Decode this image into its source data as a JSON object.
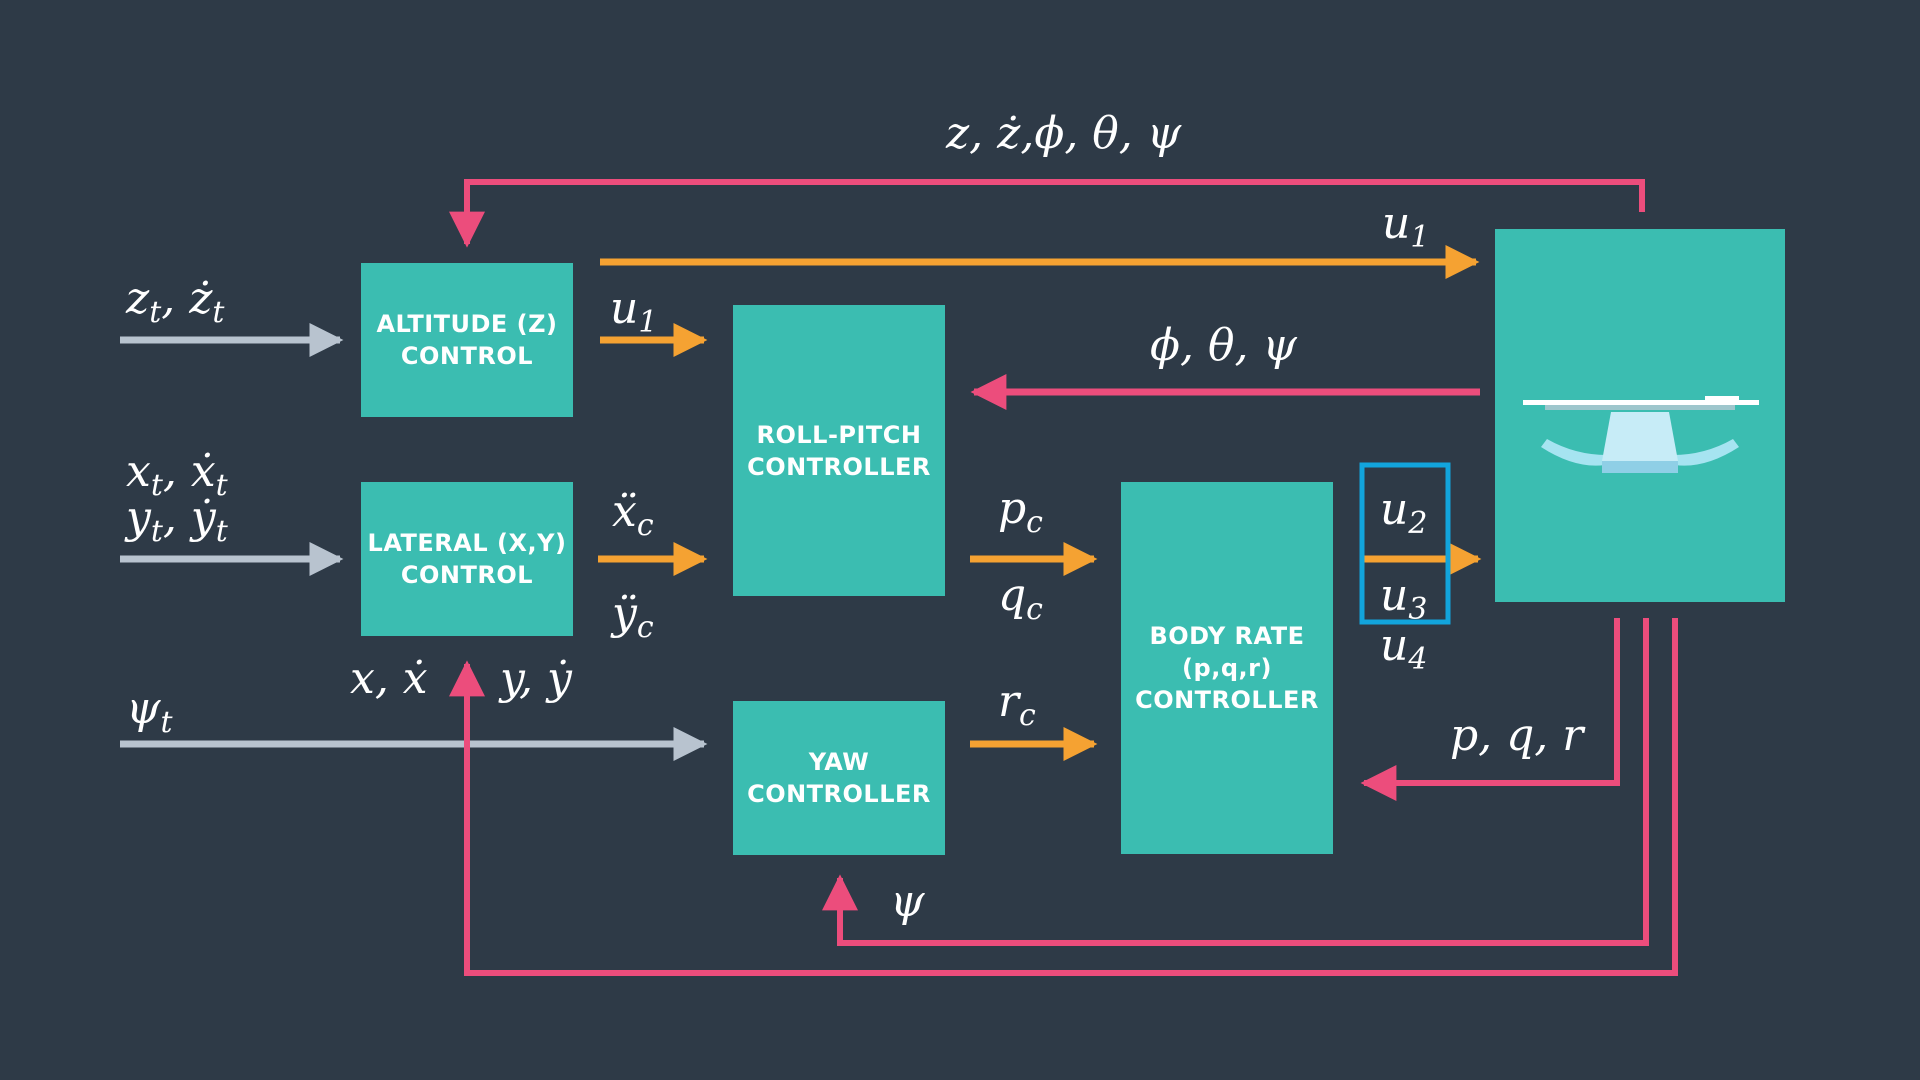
{
  "colors": {
    "background": "#2e3a47",
    "block": "#3bbdb1",
    "command_arrow": "#f5a232",
    "feedback_arrow": "#ec4d7c",
    "input_arrow": "#b8c3cf",
    "highlight": "#12a4dc"
  },
  "blocks": {
    "altitude": "ALTITUDE (Z)\nCONTROL",
    "lateral": "LATERAL (X,Y)\nCONTROL",
    "roll_pitch": "ROLL-PITCH\nCONTROLLER",
    "yaw": "YAW\nCONTROLLER",
    "body_rate": "BODY RATE\n(p,q,r)\nCONTROLLER"
  },
  "labels": {
    "top_feedback": {
      "main": "z, ż,ϕ, θ, ψ"
    },
    "u1_top": {
      "main": "u",
      "sub": "1"
    },
    "zt": {
      "main": "z",
      "sub": "t",
      "rest": ", ż",
      "sub2": "t"
    },
    "u1_mid": {
      "main": "u",
      "sub": "1"
    },
    "attitude_feedback": {
      "main": "ϕ, θ, ψ"
    },
    "xt": {
      "main": "x",
      "sub": "t",
      "rest": ", ẋ",
      "sub2": "t"
    },
    "yt": {
      "main": "y",
      "sub": "t",
      "rest": ", ẏ",
      "sub2": "t"
    },
    "xc": {
      "main": "ẍ",
      "sub": "c"
    },
    "yc": {
      "main": "ÿ",
      "sub": "c"
    },
    "pc": {
      "main": "p",
      "sub": "c"
    },
    "qc": {
      "main": "q",
      "sub": "c"
    },
    "u2": {
      "main": "u",
      "sub": "2"
    },
    "u3": {
      "main": "u",
      "sub": "3"
    },
    "u4": {
      "main": "u",
      "sub": "4"
    },
    "x_feedback": {
      "main": "x, ẋ"
    },
    "y_feedback": {
      "main": "y, ẏ"
    },
    "psit": {
      "main": "ψ",
      "sub": "t"
    },
    "rc": {
      "main": "r",
      "sub": "c"
    },
    "pqr_feedback": {
      "main": "p, q, r"
    },
    "psi_feedback": {
      "main": "ψ"
    }
  },
  "icons": {
    "vehicle": "quadrotor-drone-icon"
  }
}
